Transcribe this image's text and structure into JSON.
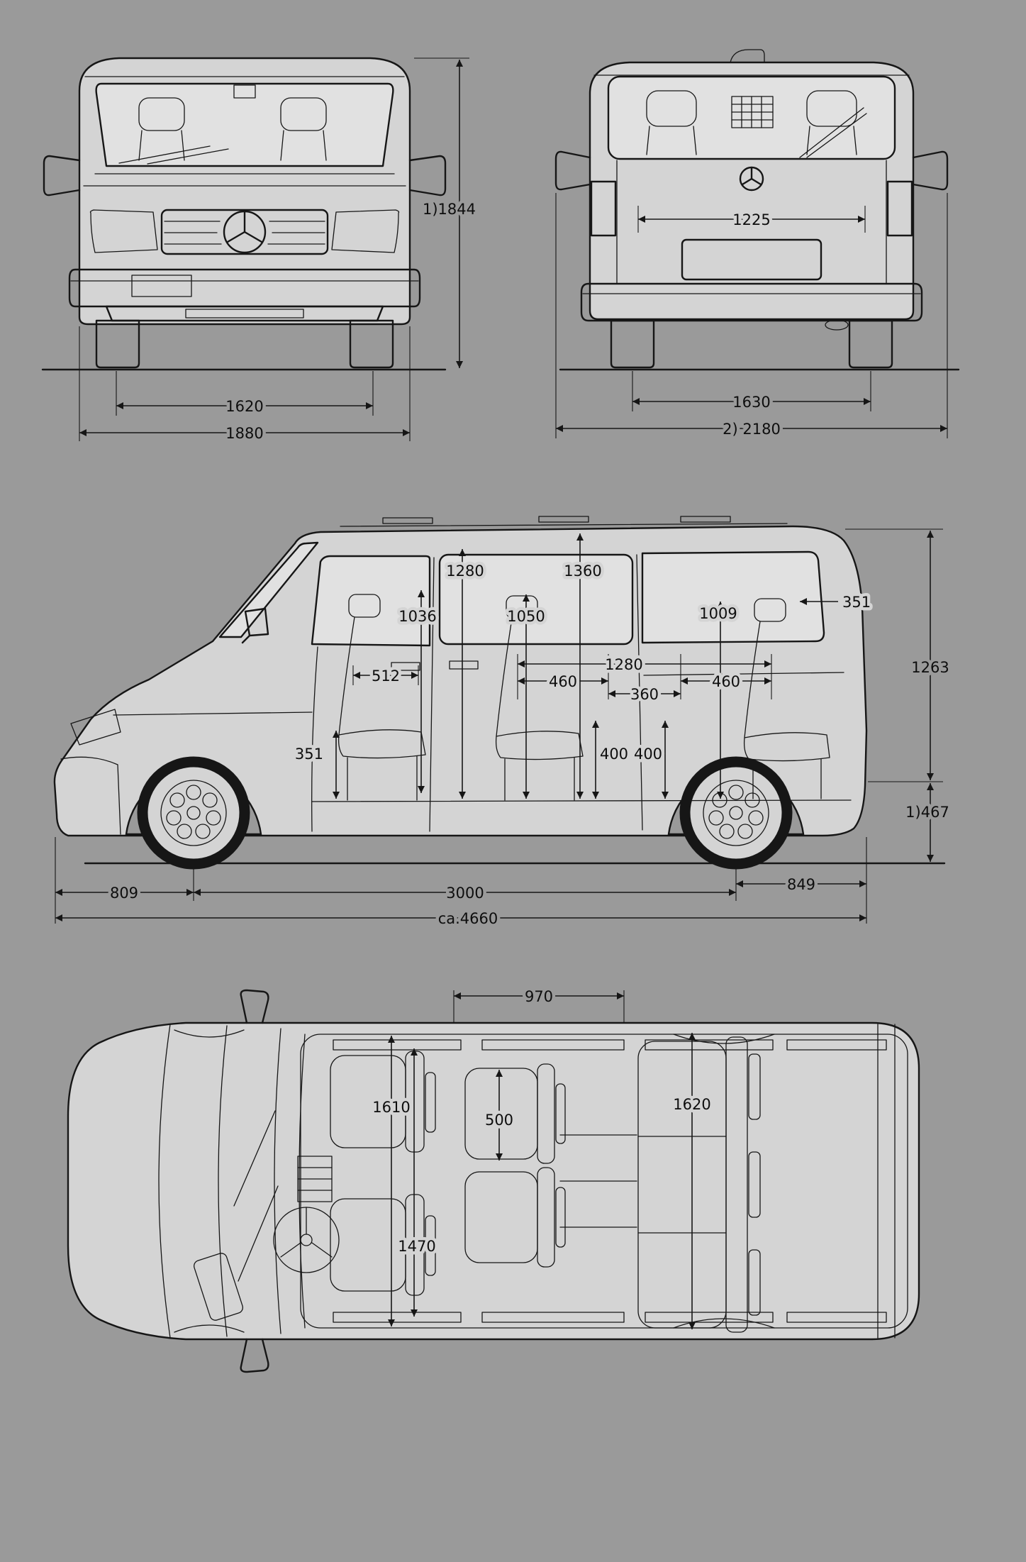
{
  "page": {
    "title": "Mercedes-Benz Vito dimension blueprint",
    "background": "#9a9a9a",
    "ink": "#161616",
    "body_fill": "#d4d4d4",
    "glass_fill": "#e1e1e1",
    "units": "mm"
  },
  "front_view": {
    "dims": {
      "overall_height": "1)1844",
      "front_track": "1620",
      "body_width": "1880"
    }
  },
  "rear_view": {
    "dims": {
      "tailgate_inner_width": "1225",
      "rear_track": "1630",
      "overall_width_mirrors": "2) 2180"
    }
  },
  "side_view": {
    "dims": {
      "front_door_height": "1036",
      "front_interior_height": "1280",
      "mid_headroom": "1050",
      "mid_interior_height": "1360",
      "rear_headroom": "1009",
      "rear_seat_clearance": "351",
      "front_seat_length": "512",
      "seat_row_span": "1280",
      "seat_pitch_1": "460",
      "seat_pitch_2": "360",
      "seat_pitch_3": "460",
      "seat_height_mid": "400",
      "seat_height_rear": "400",
      "front_seat_height": "351",
      "upper_body_height": "1263",
      "load_sill_height": "1)467",
      "front_overhang": "809",
      "wheelbase": "3000",
      "rear_overhang": "849",
      "overall_length": "ca.4660"
    }
  },
  "top_view": {
    "dims": {
      "sliding_door_opening": "970",
      "front_interior_width": "1610",
      "center_seat_width": "500",
      "rear_interior_width": "1620",
      "mid_interior_width": "1470"
    }
  }
}
